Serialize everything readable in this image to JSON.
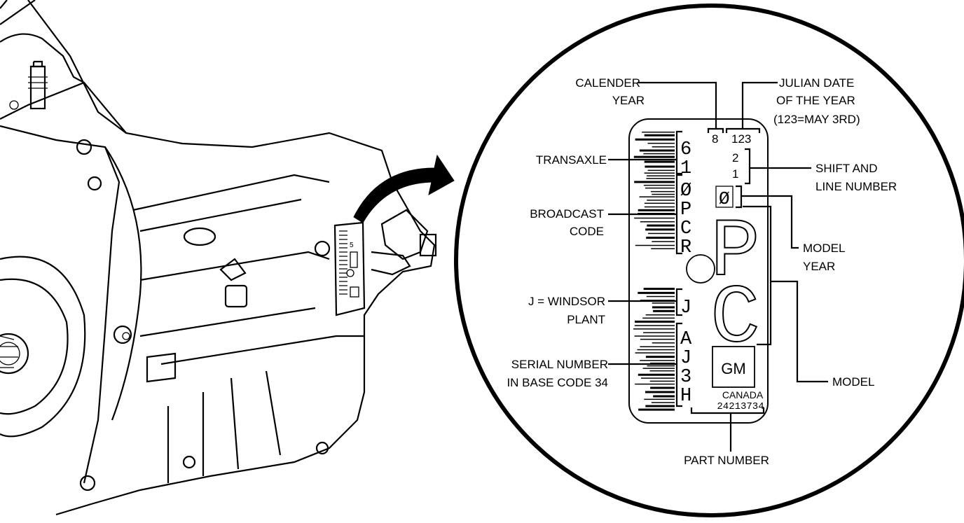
{
  "labels": {
    "calender_year": [
      "CALENDER",
      "YEAR"
    ],
    "julian_date": [
      "JULIAN DATE",
      "OF THE YEAR",
      "(123=MAY 3RD)"
    ],
    "transaxle": [
      "TRANSAXLE"
    ],
    "broadcast_code": [
      "BROADCAST",
      "CODE"
    ],
    "shift_line": [
      "SHIFT AND",
      "LINE NUMBER"
    ],
    "model_year": [
      "MODEL",
      "YEAR"
    ],
    "windsor_plant": [
      "J = WINDSOR",
      "PLANT"
    ],
    "serial_number": [
      "SERIAL NUMBER",
      "IN BASE CODE 34"
    ],
    "model": [
      "MODEL"
    ],
    "part_number": [
      "PART NUMBER"
    ]
  },
  "tag": {
    "year_digit": "8",
    "julian_digits": "123",
    "shift_digit": "2",
    "line_digit": "1",
    "model_year_char": "Ø",
    "transaxle_chars": [
      "6",
      "1"
    ],
    "broadcast_chars": [
      "Ø",
      "P",
      "C",
      "R"
    ],
    "plant_char": "J",
    "serial_chars": [
      "A",
      "J",
      "3",
      "H"
    ],
    "model_chars": [
      "P",
      "C"
    ],
    "logo": "GM",
    "country": "CANADA",
    "part_number": "24213734"
  },
  "small_tag": {
    "digit": "5"
  }
}
